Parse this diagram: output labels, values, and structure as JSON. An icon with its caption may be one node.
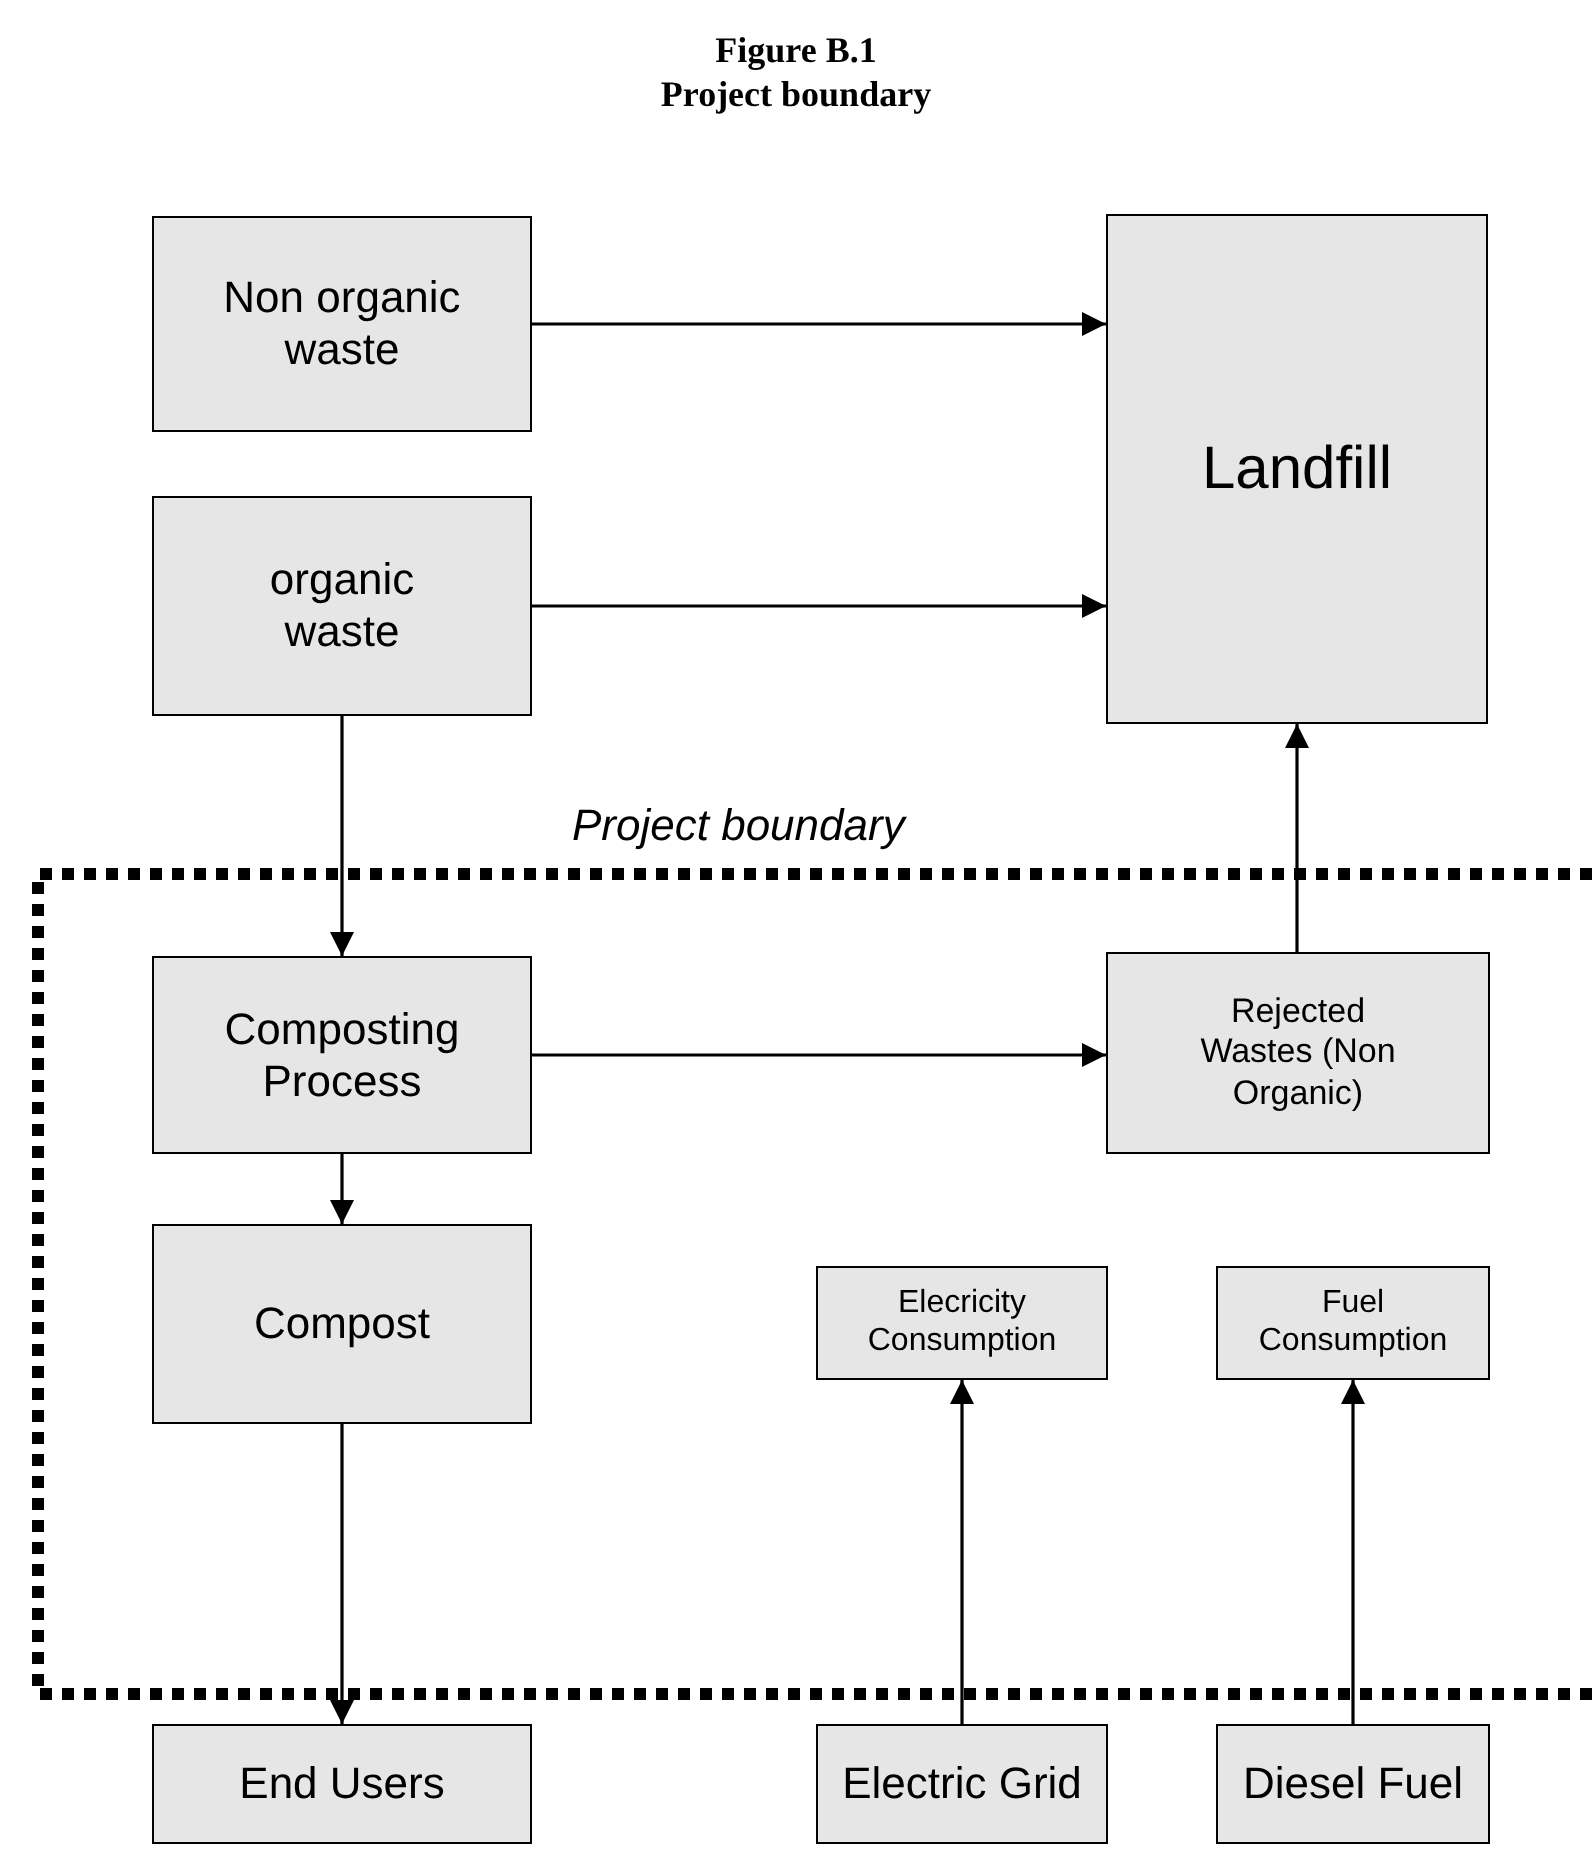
{
  "diagram": {
    "title": "Figure B.1",
    "nodes": [
      {
        "text": [
          "Non organic waste"
        ]
      },
      {
        "text": [
          "organic waste"
        ]
      },
      {
        "text": [
          "Landfill"
        ]
      },
      {
        "text": [
          "Project boundary"
        ]
      },
      {
        "text": [
          "Composting Process"
        ],
        "in": 3
      },
      {
        "text": [
          "Rejected Wastes (Non Organic)"
        ],
        "in": 3
      },
      {
        "text": [
          "Compost"
        ],
        "in": 3
      },
      {
        "text": [
          "Elecricity Consumption"
        ],
        "in": 3
      },
      {
        "text": [
          "Fuel Consumption"
        ],
        "in": 3
      },
      {
        "text": [
          "End Users"
        ]
      },
      {
        "text": [
          "Electric Grid"
        ]
      },
      {
        "text": [
          "Diesel Fuel"
        ]
      }
    ],
    "edges": [
      {
        "from": 0,
        "to": 2,
        "arrow": "to"
      },
      {
        "from": 1,
        "to": 2,
        "arrow": "to"
      },
      {
        "from": 1,
        "to": 4,
        "arrow": "to"
      },
      {
        "from": 4,
        "to": 5,
        "arrow": "to"
      },
      {
        "from": 5,
        "to": 2,
        "arrow": "to"
      },
      {
        "from": 4,
        "to": 6,
        "arrow": "to"
      },
      {
        "from": 6,
        "to": 9,
        "arrow": "to"
      },
      {
        "from": 10,
        "to": 7,
        "arrow": "to"
      },
      {
        "from": 11,
        "to": 8,
        "arrow": "to"
      }
    ],
    "labels": [
      "Project boundary"
    ]
  }
}
